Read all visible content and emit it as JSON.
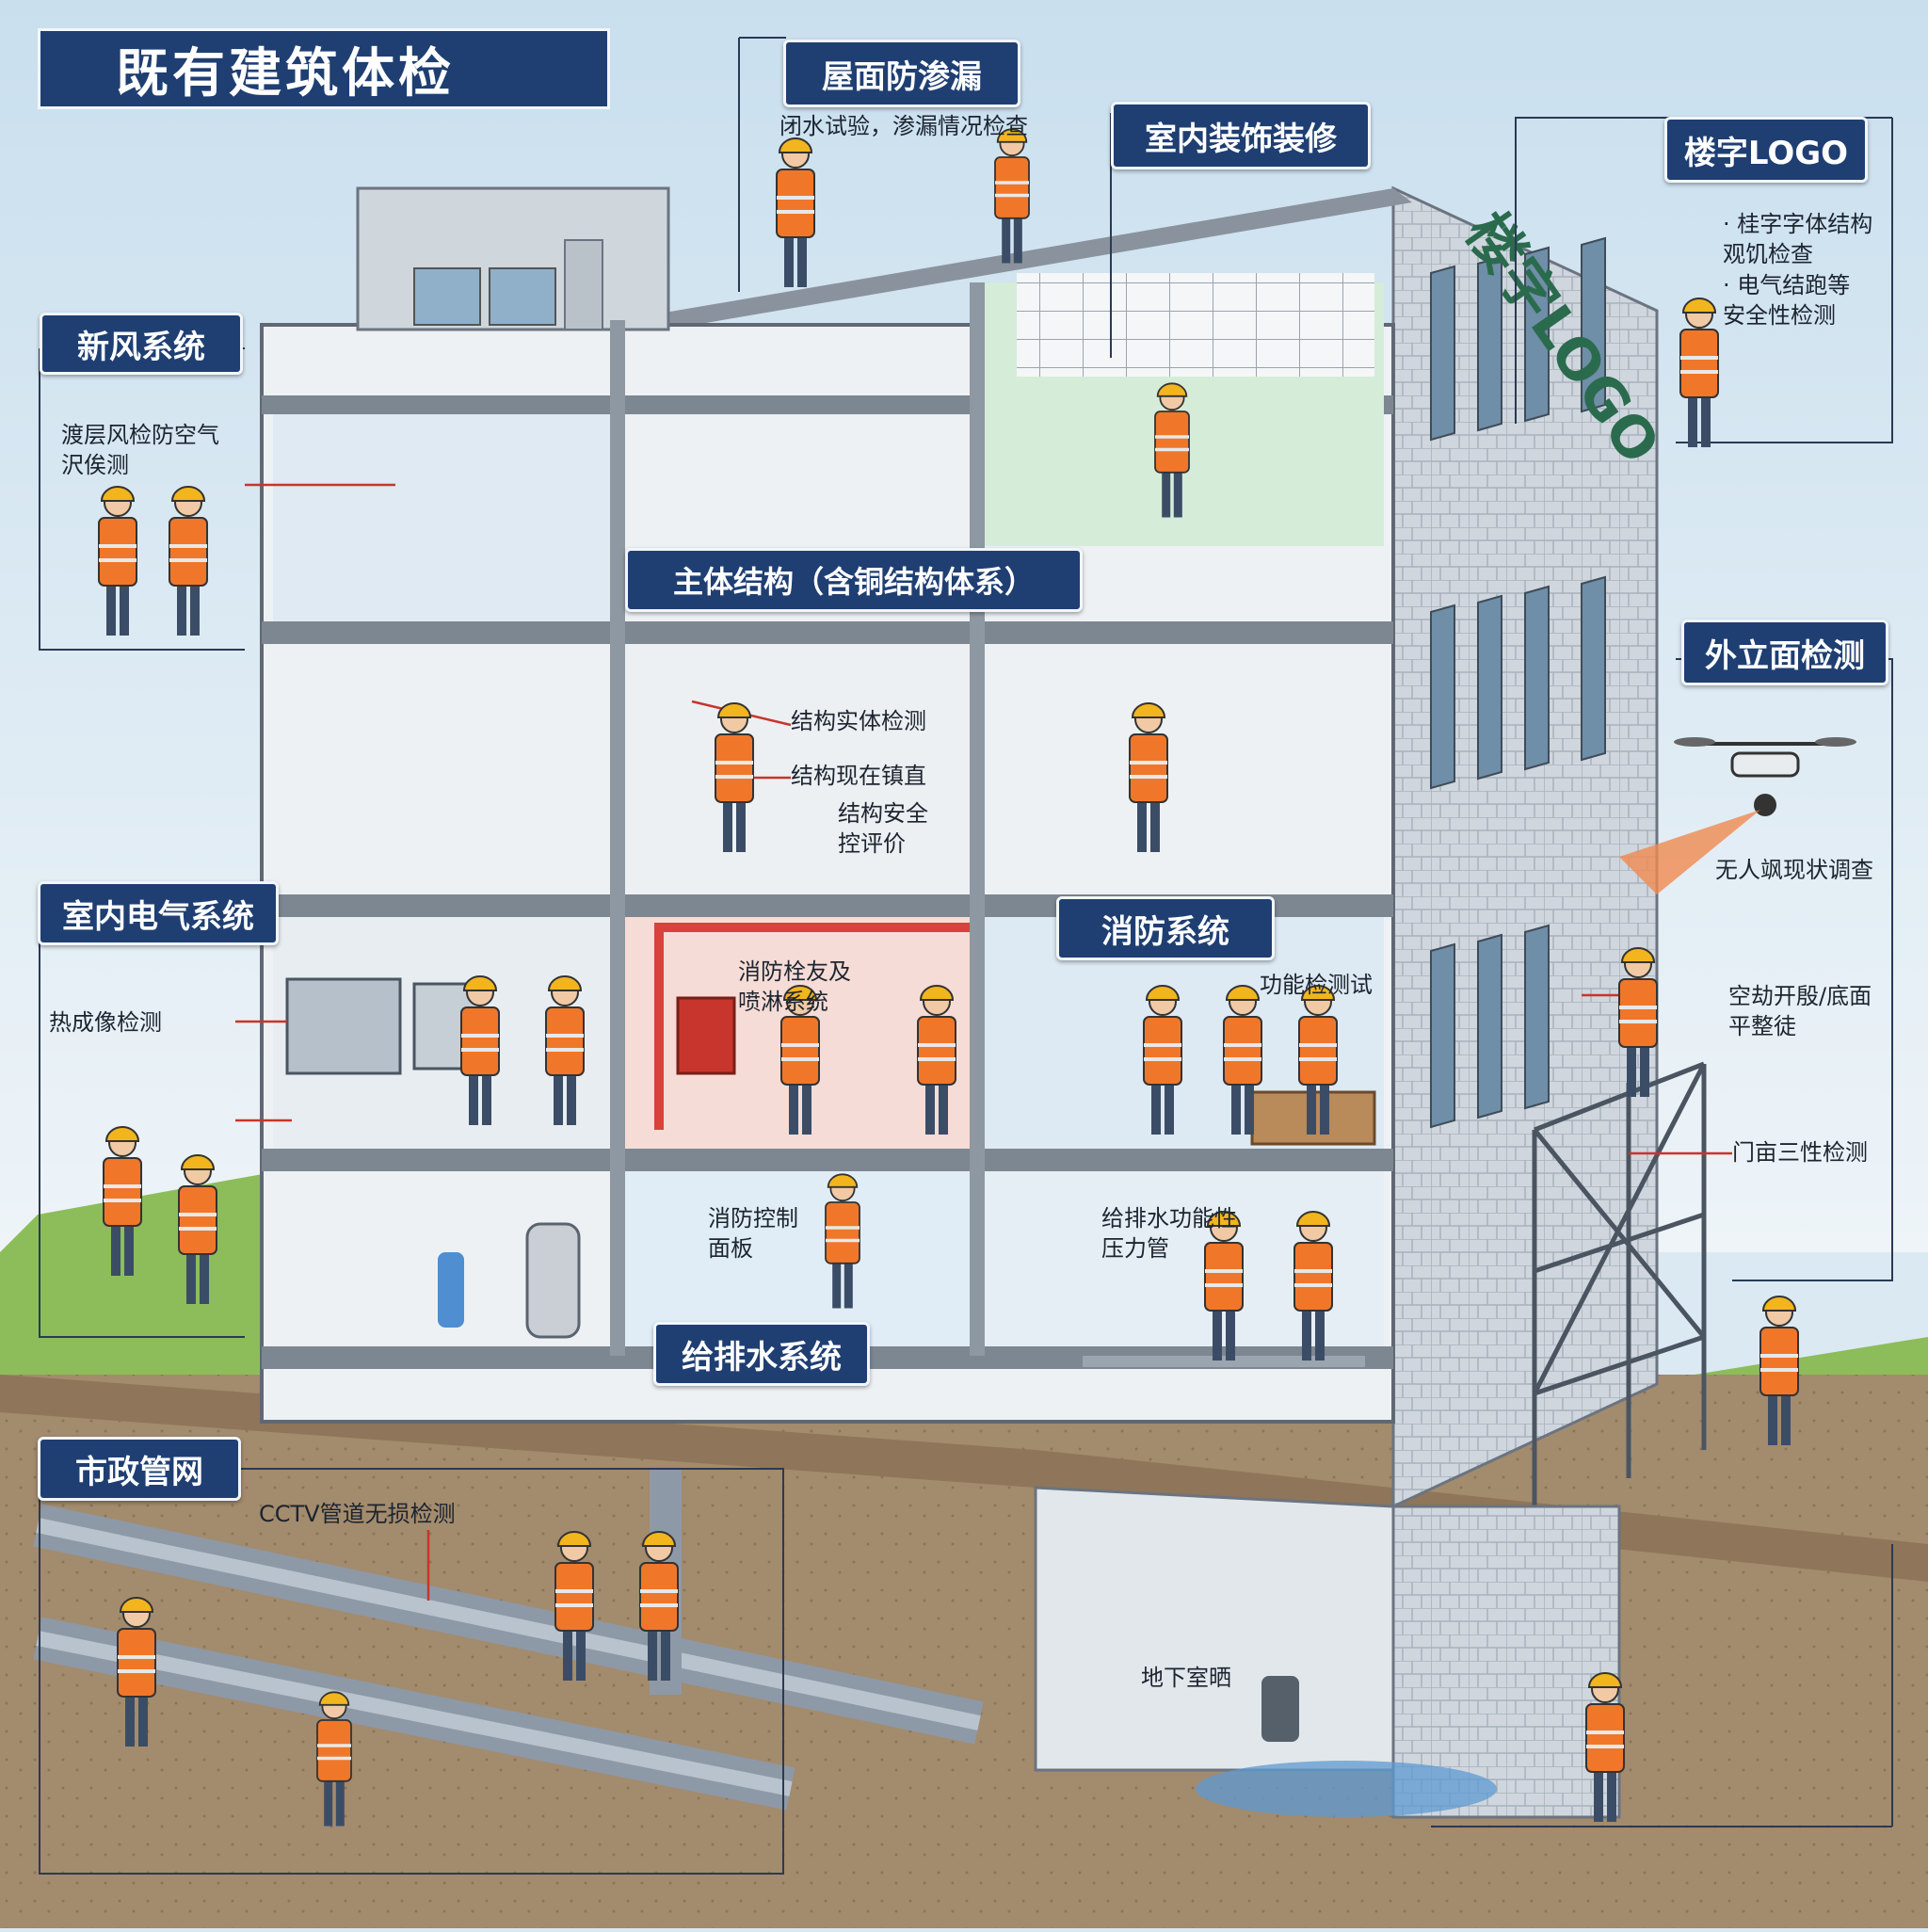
{
  "title": "既有建筑体检",
  "sections": {
    "roof": {
      "label": "屋面防渗漏",
      "note": "闭水试验，渗漏情况检查"
    },
    "interior": {
      "label": "室内装饰装修"
    },
    "logo": {
      "label": "楼字LOGO",
      "sign": "楼字LOGO",
      "note1": "· 桂字字体结构",
      "note2": "  观饥检查",
      "note3": "· 电气结跑等",
      "note4": "  安全性检测"
    },
    "fresh_air": {
      "label": "新风系统",
      "note1": "渡层风检防空气",
      "note2": "沢俟测"
    },
    "structure": {
      "label": "主体结构（含铜结构体系）",
      "note1": "结构实体检测",
      "note2": "结构现在镇直",
      "note3": "结构安全",
      "note4": "控评价"
    },
    "facade": {
      "label": "外立面检测",
      "drone_note": "无人飒现状调查",
      "note_a1": "空劫开殷/底面",
      "note_a2": "平整徒",
      "note_b": "门亩三性检测"
    },
    "electric": {
      "label": "室内电气系统",
      "note": "热成像检测"
    },
    "fire": {
      "label": "消防系统",
      "note_test": "功能检测试",
      "note_hyd1": "消防栓友及",
      "note_hyd2": "喷淋系统",
      "note_panel1": "消防控制",
      "note_panel2": "面板"
    },
    "water": {
      "label": "给排水系统",
      "note1": "给排水功能性",
      "note2": "压力管"
    },
    "municipal": {
      "label": "市政管网",
      "note": "CCTV管道无损检测"
    },
    "basement": {
      "note": "地下室晒"
    }
  },
  "colors": {
    "label_bg": "#1f3f73",
    "worker_vest": "#f0772a",
    "helmet": "#f2b51d",
    "sky": "#dbe9f3",
    "grass": "#8cbd5a",
    "soil": "#9c8468",
    "red_pipe": "#d9423a"
  }
}
